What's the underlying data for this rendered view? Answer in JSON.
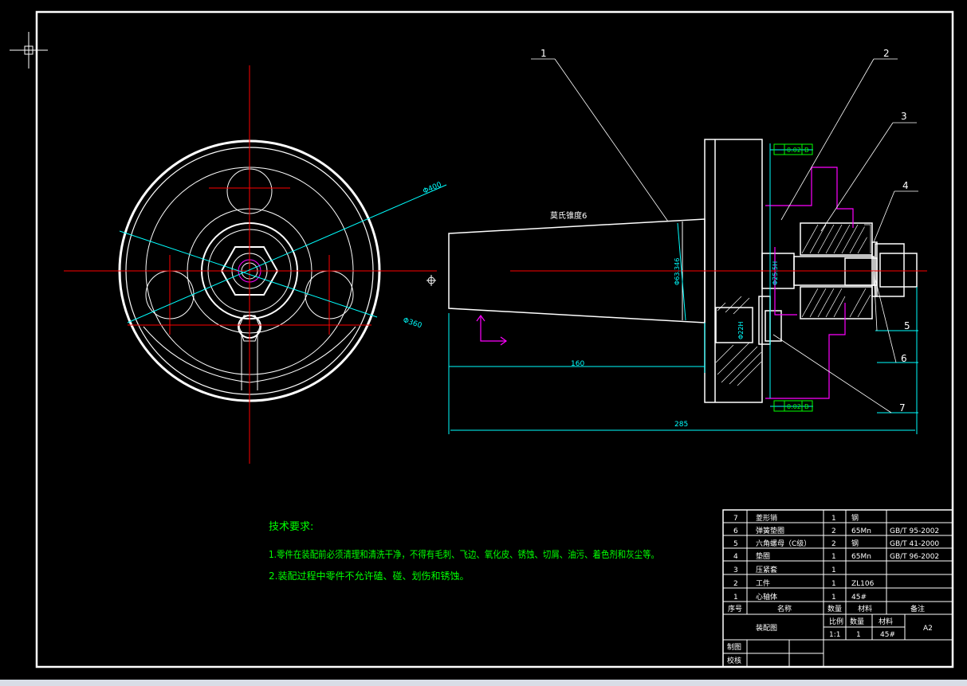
{
  "colors": {
    "background": "#000000",
    "outline": "#ffffff",
    "centerline": "#ff0000",
    "dimension": "#00ffff",
    "magenta": "#ff00ff",
    "text_green": "#00ff00"
  },
  "drawing": {
    "balloons": [
      "1",
      "2",
      "3",
      "4",
      "5",
      "6",
      "7"
    ],
    "taper_label": "莫氏锥度6",
    "dimensions": {
      "phi400": "Φ400",
      "phi360": "Φ360",
      "phi63": "Φ63.346",
      "phi25": "Φ25.5H",
      "phi22": "Φ22H",
      "len160": "160",
      "len285": "285"
    },
    "gdt_top": [
      "0.02",
      "B"
    ],
    "gdt_bottom": [
      "0.02",
      "B"
    ],
    "datum_symbol": "Φ"
  },
  "tech_requirements": {
    "title": "技术要求:",
    "items": [
      "1.零件在装配前必须清理和清洗干净，不得有毛刺、飞边、氧化皮、锈蚀、切屑、油污、着色剂和灰尘等。",
      "2.装配过程中零件不允许磕、碰、划伤和锈蚀。"
    ]
  },
  "bom": {
    "rows": [
      {
        "no": "7",
        "name": "菱形销",
        "qty": "1",
        "material": "钢",
        "note": ""
      },
      {
        "no": "6",
        "name": "弹簧垫圈",
        "qty": "2",
        "material": "65Mn",
        "note": "GB/T 95-2002"
      },
      {
        "no": "5",
        "name": "六角螺母（C级）",
        "qty": "2",
        "material": "钢",
        "note": "GB/T 41-2000"
      },
      {
        "no": "4",
        "name": "垫圈",
        "qty": "1",
        "material": "65Mn",
        "note": "GB/T 96-2002"
      },
      {
        "no": "3",
        "name": "压紧套",
        "qty": "1",
        "material": "",
        "note": ""
      },
      {
        "no": "2",
        "name": "工件",
        "qty": "1",
        "material": "ZL106",
        "note": ""
      },
      {
        "no": "1",
        "name": "心轴体",
        "qty": "1",
        "material": "45#",
        "note": ""
      }
    ],
    "header": {
      "no": "序号",
      "name": "名称",
      "qty": "数量",
      "material": "材料",
      "note": "备注"
    }
  },
  "title_block": {
    "drawing_name": "装配图",
    "scale_label": "比例",
    "qty_label": "数量",
    "material_label": "材料",
    "scale": "1:1",
    "qty": "1",
    "material": "45#",
    "sheet": "A2",
    "drawn_label": "制图",
    "checked_label": "校核"
  }
}
